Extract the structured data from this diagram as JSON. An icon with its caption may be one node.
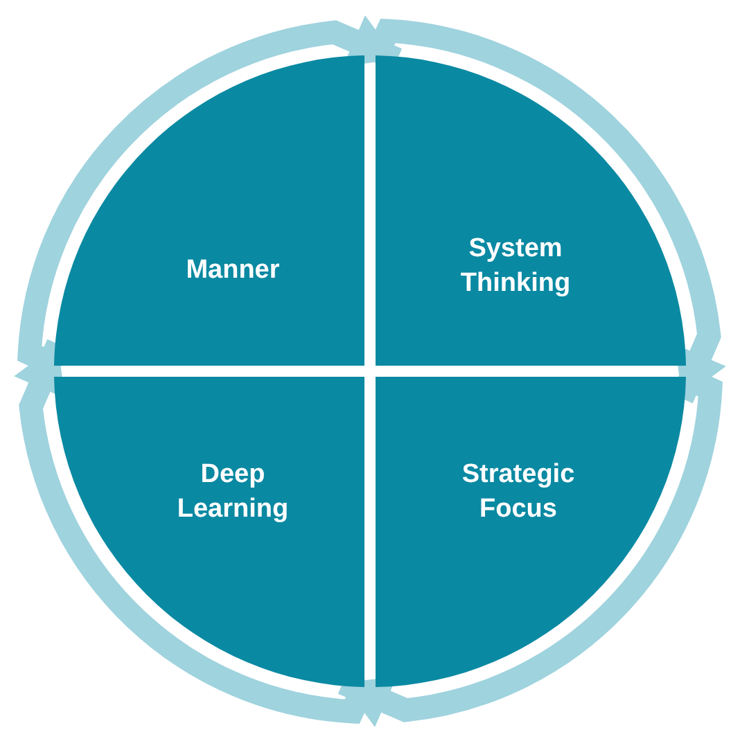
{
  "diagram": {
    "nodes": [
      {
        "text": [
          "Manner"
        ]
      },
      {
        "text": [
          "System Thinking"
        ]
      },
      {
        "text": [
          "Deep Learning"
        ]
      },
      {
        "text": [
          "Strategic Focus"
        ]
      }
    ],
    "edges": [
      {
        "from": 0,
        "to": 1,
        "arrow": "to"
      },
      {
        "from": 1,
        "to": 3,
        "arrow": "to"
      },
      {
        "from": 3,
        "to": 2,
        "arrow": "to"
      },
      {
        "from": 2,
        "to": 0,
        "arrow": "to"
      }
    ]
  }
}
